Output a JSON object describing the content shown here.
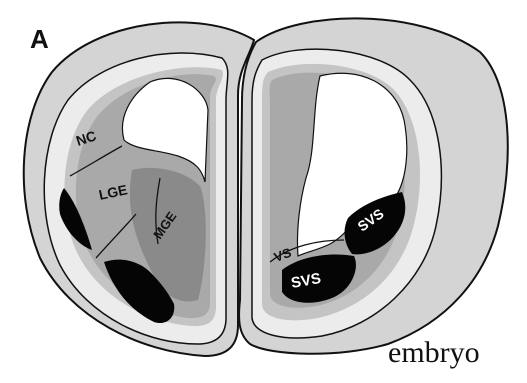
{
  "figure": {
    "panel_letter": "A",
    "caption": "embryo",
    "region_labels": {
      "nc": "NC",
      "lge": "LGE",
      "mge": "MGE",
      "vs": "VS",
      "svs_upper": "SVS",
      "svs_lower": "SVS"
    }
  },
  "colors": {
    "outer_shell": "#d4d4d4",
    "cut_face": "#ececec",
    "tissue_mid": "#a9a9a9",
    "tissue_dark": "#8a8a8a",
    "rim": "#c4c4c4",
    "ventricle_black": "#050505",
    "outline": "#111111"
  }
}
